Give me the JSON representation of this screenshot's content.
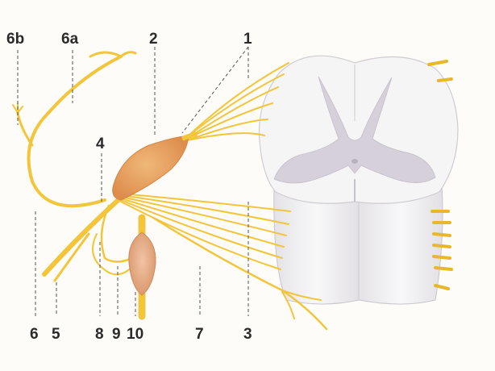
{
  "labels": {
    "l6b": "6b",
    "l6a": "6a",
    "l2": "2",
    "l1": "1",
    "l4": "4",
    "l6": "6",
    "l5": "5",
    "l8": "8",
    "l9": "9",
    "l10": "10",
    "l7": "7",
    "l3": "3"
  },
  "colors": {
    "nerve": "#f2c53a",
    "nerve_dark": "#d9a21f",
    "ganglion": "#e9a162",
    "sympathetic_ganglion": "#e6b08a",
    "cord_white": "#f4f3f4",
    "cord_gray": "#d9d3dc",
    "leader_line": "#555555",
    "label_text": "#2a2a2a",
    "background": "#fdfcf8"
  }
}
